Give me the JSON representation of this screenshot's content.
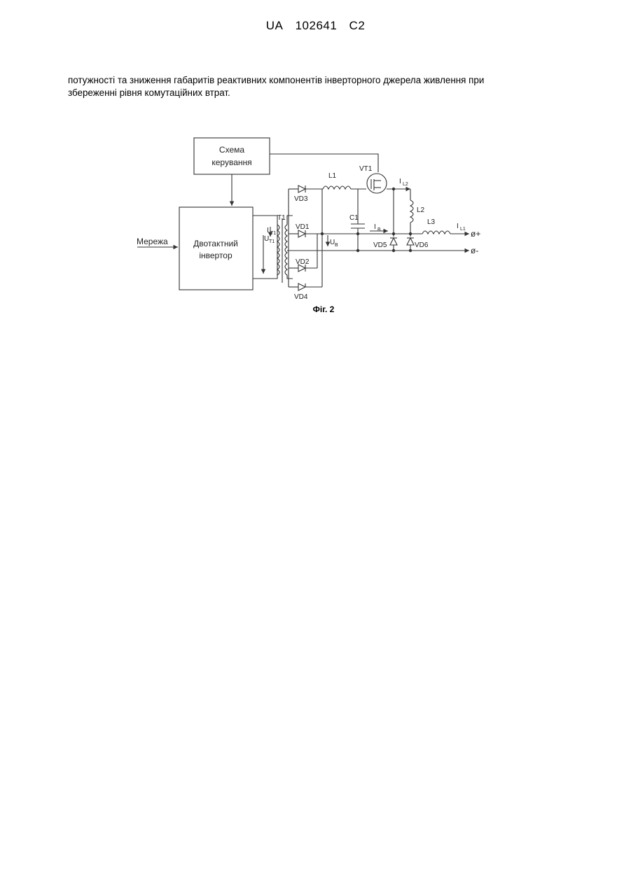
{
  "header": {
    "office": "UA",
    "number": "102641",
    "kind": "C2"
  },
  "paragraph": {
    "line1": "потужності та зниження габаритів реактивних компонентів інверторного джерела живлення при",
    "line2": "збереженні рівня комутаційних втрат."
  },
  "figure": {
    "caption": "Фіг. 2",
    "control_block": {
      "line1": "Схема",
      "line2": "керування"
    },
    "inverter_block": {
      "line1": "Двотактний",
      "line2": "інвертор"
    },
    "mains_label": "Мережа",
    "labels": {
      "T1": "T1",
      "I_T": "I",
      "I_T_sub": "Т1",
      "U_T": "U",
      "U_T_sub": "T1",
      "VD1": "VD1",
      "VD2": "VD2",
      "VD3": "VD3",
      "VD4": "VD4",
      "VD5": "VD5",
      "VD6": "VD6",
      "L1": "L1",
      "L2": "L2",
      "L3": "L3",
      "C1": "C1",
      "VT1": "VT1",
      "U_B": "U",
      "U_B_sub": "В",
      "I_B": "I",
      "I_B_sub": "В",
      "I_L2": "I",
      "I_L2_sub": "L2",
      "I_L1": "I",
      "I_L1_sub": "L1",
      "out_plus": "ø+",
      "out_minus": "ø-"
    }
  }
}
